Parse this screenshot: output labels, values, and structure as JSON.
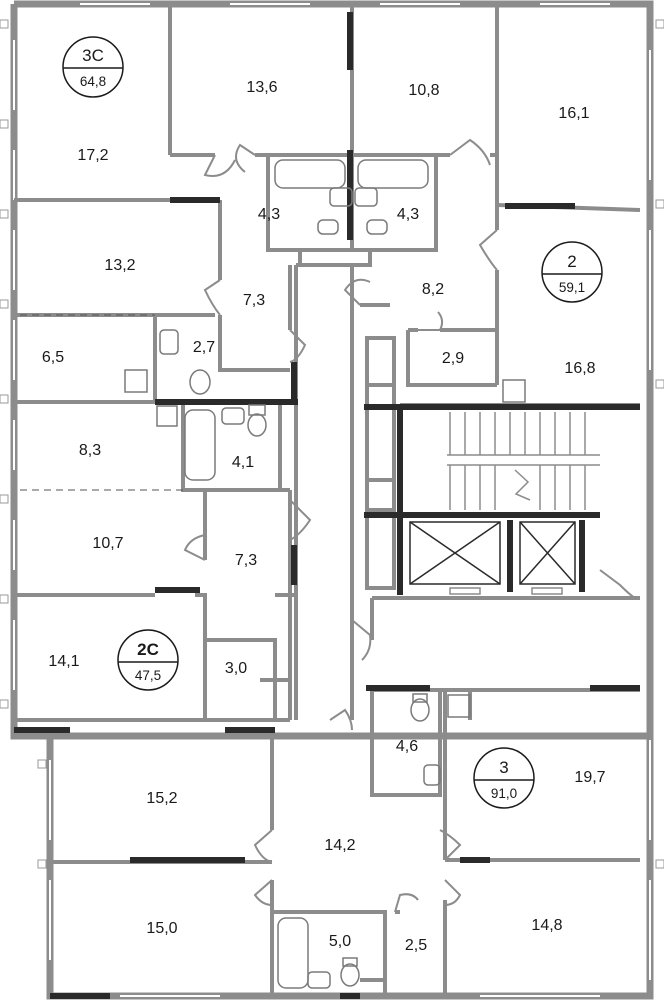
{
  "rooms": [
    {
      "id": "r1",
      "label": "17,2"
    },
    {
      "id": "r2",
      "label": "13,6"
    },
    {
      "id": "r3",
      "label": "10,8"
    },
    {
      "id": "r4",
      "label": "16,1"
    },
    {
      "id": "r5",
      "label": "4,3"
    },
    {
      "id": "r6",
      "label": "4,3"
    },
    {
      "id": "r7",
      "label": "13,2"
    },
    {
      "id": "r8",
      "label": "7,3"
    },
    {
      "id": "r9",
      "label": "8,2"
    },
    {
      "id": "r10",
      "label": "6,5"
    },
    {
      "id": "r11",
      "label": "2,7"
    },
    {
      "id": "r12",
      "label": "2,9"
    },
    {
      "id": "r13",
      "label": "16,8"
    },
    {
      "id": "r14",
      "label": "8,3"
    },
    {
      "id": "r15",
      "label": "4,1"
    },
    {
      "id": "r16",
      "label": "10,7"
    },
    {
      "id": "r17",
      "label": "7,3"
    },
    {
      "id": "r18",
      "label": "14,1"
    },
    {
      "id": "r19",
      "label": "3,0"
    },
    {
      "id": "r20",
      "label": "4,6"
    },
    {
      "id": "r21",
      "label": "19,7"
    },
    {
      "id": "r22",
      "label": "15,2"
    },
    {
      "id": "r23",
      "label": "14,2"
    },
    {
      "id": "r24",
      "label": "15,0"
    },
    {
      "id": "r25",
      "label": "5,0"
    },
    {
      "id": "r26",
      "label": "2,5"
    },
    {
      "id": "r27",
      "label": "14,8"
    }
  ],
  "apartments": [
    {
      "id": "a1",
      "code": "3С",
      "area": "64,8"
    },
    {
      "id": "a2",
      "code": "2",
      "area": "59,1"
    },
    {
      "id": "a3",
      "code": "2С",
      "area": "47,5"
    },
    {
      "id": "a4",
      "code": "3",
      "area": "91,0"
    }
  ],
  "colors": {
    "wall": "#8c8c8c",
    "wall_dark": "#2a2a2a",
    "fixture": "#7a7a7a",
    "text": "#1a1a1a"
  }
}
